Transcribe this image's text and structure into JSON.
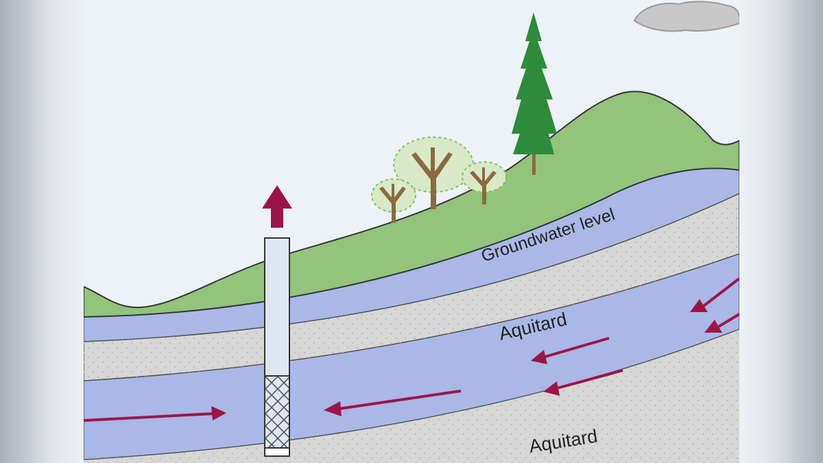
{
  "labels": {
    "groundwater_level": "Groundwater level",
    "aquitard_upper": "Aquitard",
    "aquitard_lower": "Aquitard"
  },
  "colors": {
    "sky": "#edf2f6",
    "hill": "#92c47c",
    "water": "#a9b8e6",
    "aquitard": "#d6d6d6",
    "arrow": "#9c1548",
    "well": "#dfe7f3",
    "tree_trunk": "#8a6a40",
    "conifer": "#2e8b3a",
    "cloud": "#c8c8c8",
    "bedrock": "#d9b98a"
  },
  "icons": {
    "well": "well-icon",
    "pump_arrow": "arrow-up-icon",
    "flow_arrow": "flow-arrow-icon",
    "tree": "tree-icon",
    "cloud": "cloud-icon"
  }
}
